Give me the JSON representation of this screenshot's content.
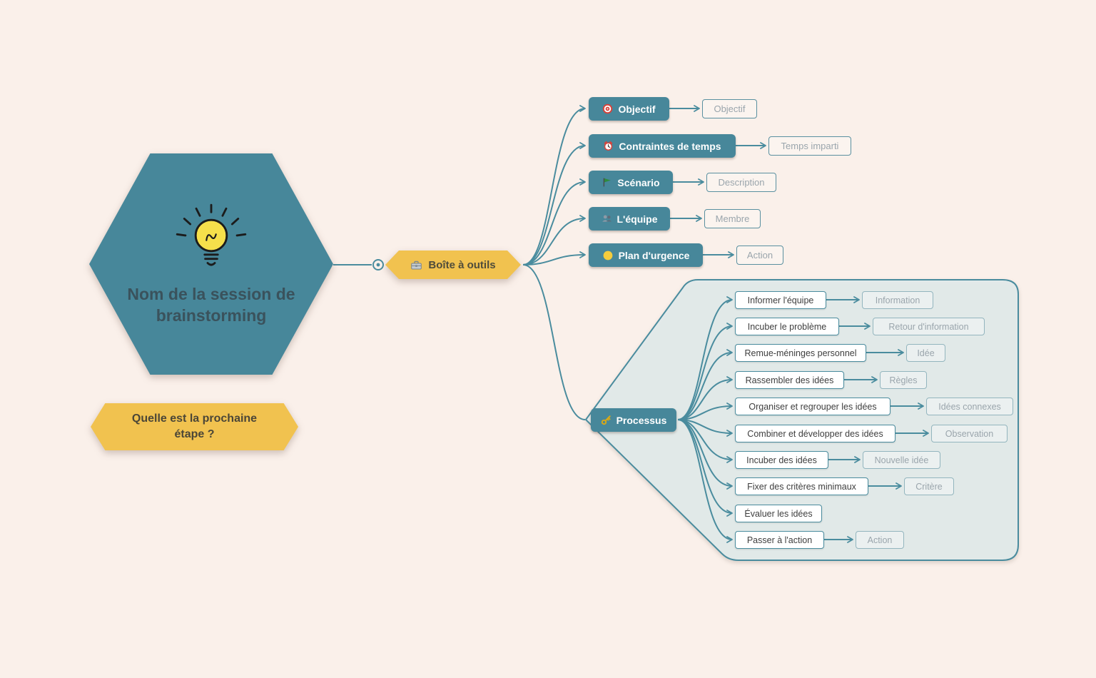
{
  "colors": {
    "background": "#faf0ea",
    "teal": "#47879a",
    "yellow": "#f1c24f",
    "line": "#4a8c9e",
    "boundary_fill": "#e2ebeb",
    "muted_text": "#9aa5ac",
    "dark_text": "#3e3e3e"
  },
  "main_topic": {
    "label": "Nom de la session de brainstorming",
    "icon": "lightbulb-icon"
  },
  "floating_topic": {
    "label": "Quelle est la prochaine étape ?"
  },
  "toolbox": {
    "label": "Boîte à outils",
    "icon": "toolbox-icon"
  },
  "branches": [
    {
      "label": "Objectif",
      "icon": "target-icon",
      "child": "Objectif"
    },
    {
      "label": "Contraintes de temps",
      "icon": "alarm-clock-icon",
      "child": "Temps imparti"
    },
    {
      "label": "Scénario",
      "icon": "flag-icon",
      "child": "Description"
    },
    {
      "label": "L'équipe",
      "icon": "team-icon",
      "child": "Membre"
    },
    {
      "label": "Plan d'urgence",
      "icon": "yellow-circle-icon",
      "child": "Action"
    }
  ],
  "processus": {
    "label": "Processus",
    "icon": "key-icon",
    "steps": [
      {
        "label": "Informer l'équipe",
        "child": "Information"
      },
      {
        "label": "Incuber le problème",
        "child": "Retour d'information"
      },
      {
        "label": "Remue-méninges personnel",
        "child": "Idée"
      },
      {
        "label": "Rassembler des idées",
        "child": "Règles"
      },
      {
        "label": "Organiser et regrouper les idées",
        "child": "Idées connexes"
      },
      {
        "label": "Combiner et développer des idées",
        "child": "Observation"
      },
      {
        "label": "Incuber des idées",
        "child": "Nouvelle idée"
      },
      {
        "label": "Fixer des critères minimaux",
        "child": "Critère"
      },
      {
        "label": "Évaluer les idées",
        "child": null
      },
      {
        "label": "Passer à l'action",
        "child": "Action"
      }
    ]
  }
}
